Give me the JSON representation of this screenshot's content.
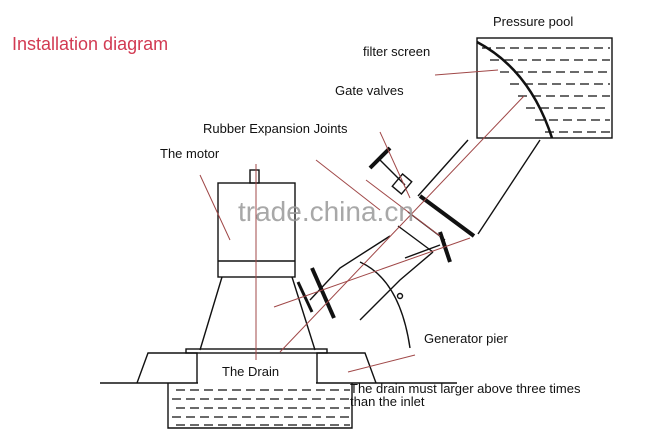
{
  "title": "Installation diagram",
  "watermark": "trade.china.cn",
  "labels": {
    "pressure_pool": "Pressure pool",
    "filter_screen": "filter screen",
    "gate_valves": "Gate valves",
    "rubber_joints": "Rubber Expansion Joints",
    "motor": "The motor",
    "generator_pier": "Generator pier",
    "drain": "The Drain",
    "note_line1": "The drain must larger above three times",
    "note_line2": "than the inlet"
  },
  "colors": {
    "title": "#d23a52",
    "leader": "#a04848"
  }
}
